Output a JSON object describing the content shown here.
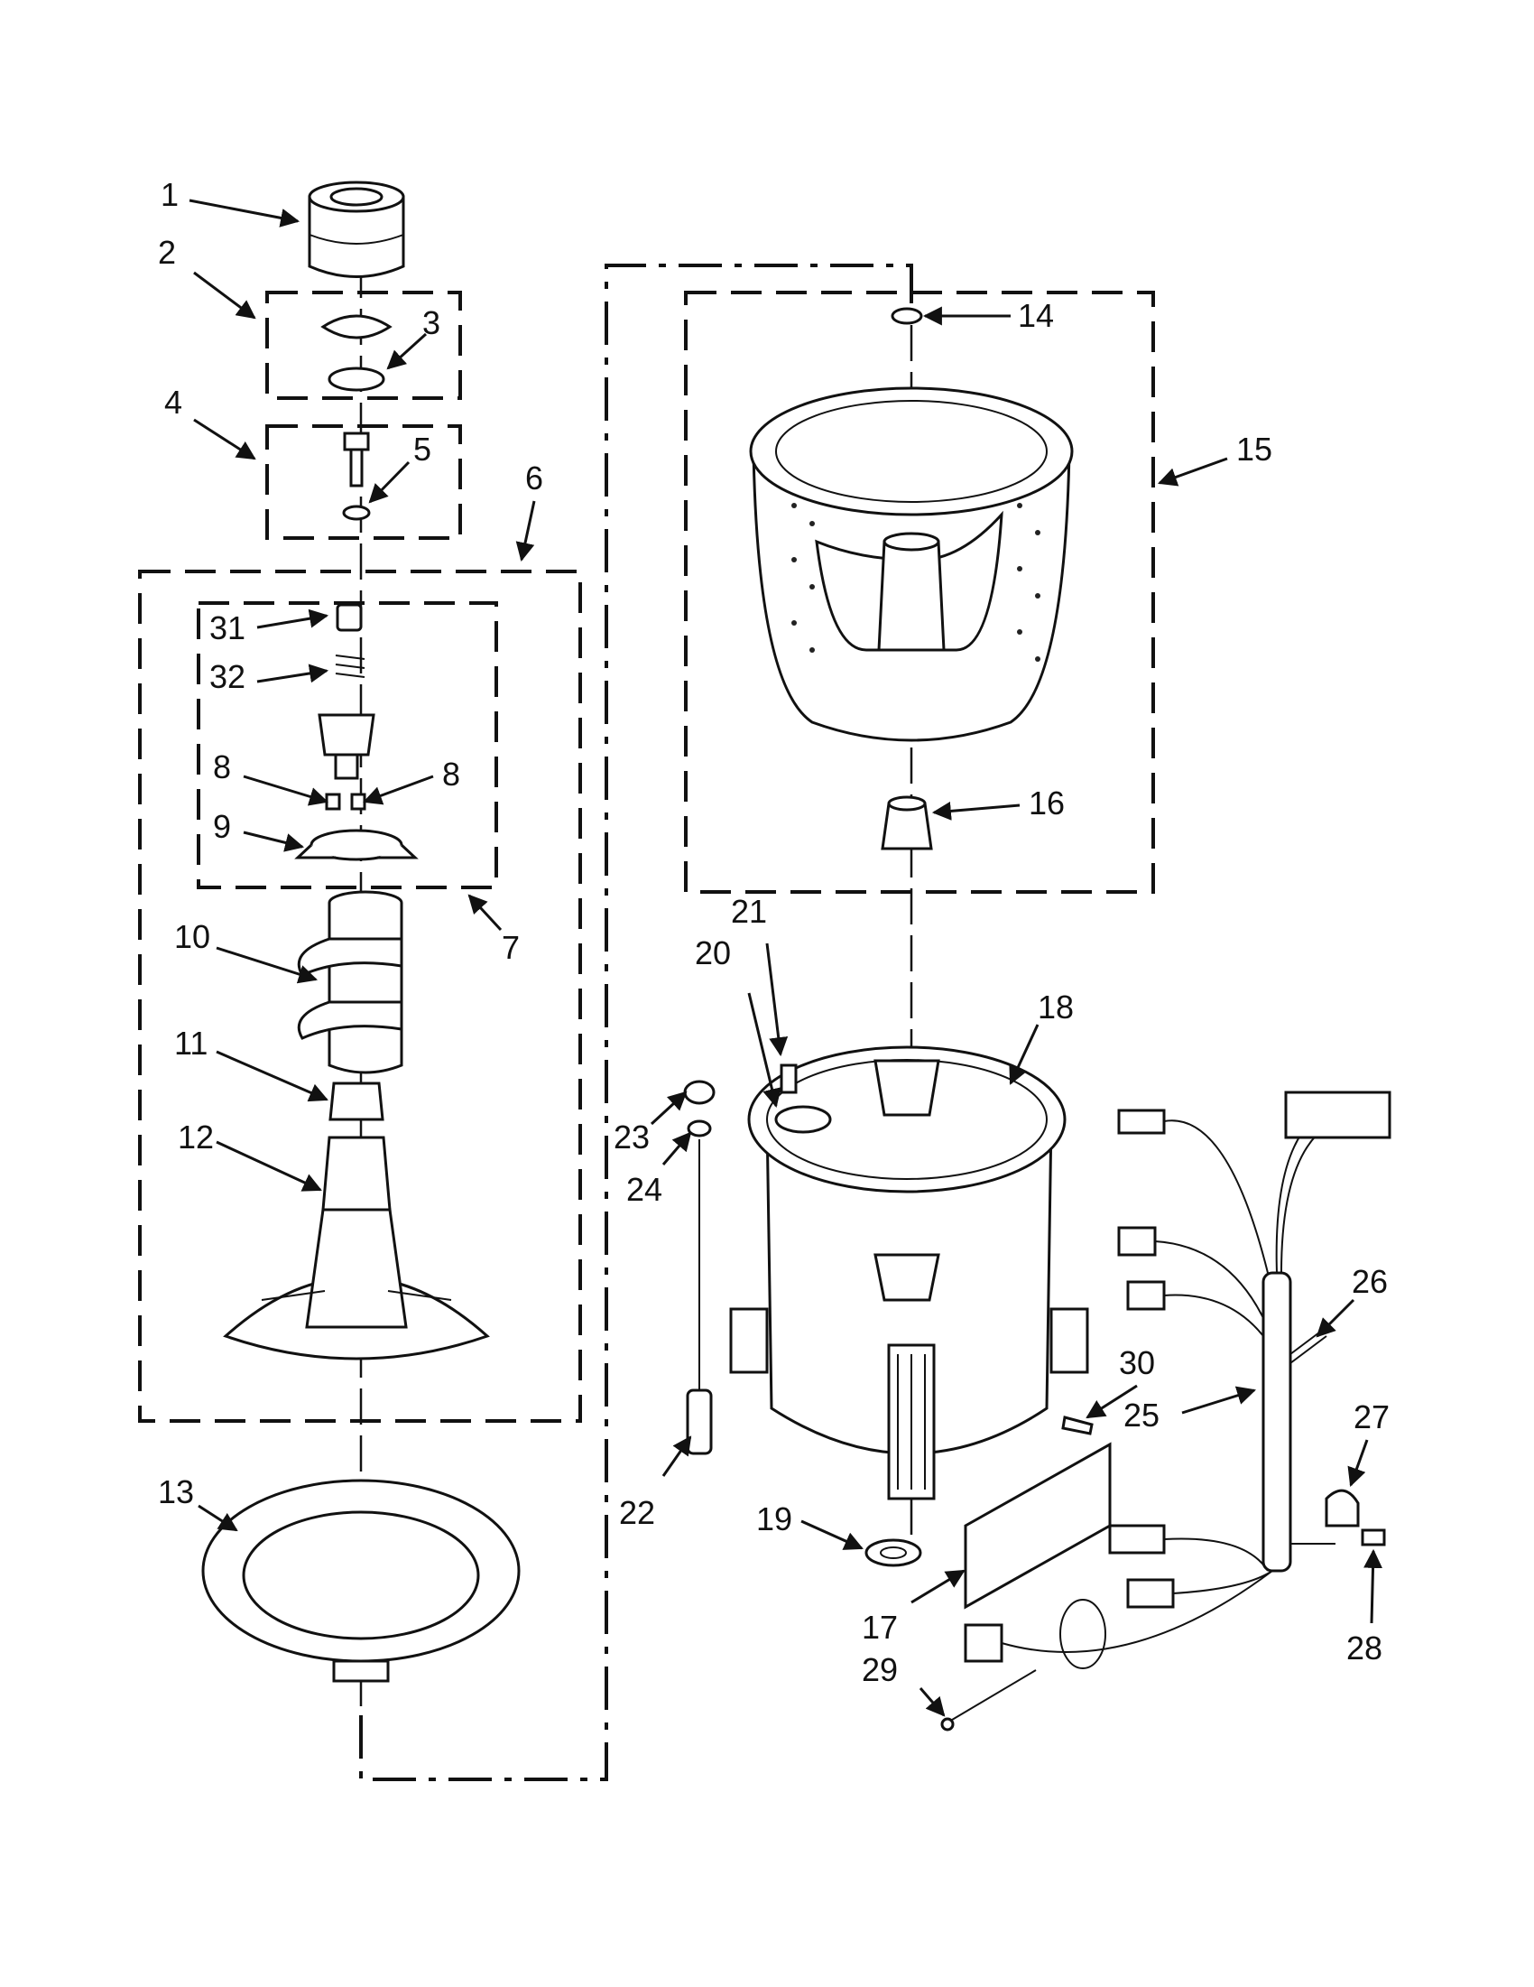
{
  "diagram": {
    "callouts": [
      "1",
      "2",
      "3",
      "4",
      "5",
      "6",
      "7",
      "8",
      "9",
      "10",
      "11",
      "12",
      "13",
      "14",
      "15",
      "16",
      "17",
      "18",
      "19",
      "20",
      "21",
      "22",
      "23",
      "24",
      "25",
      "26",
      "27",
      "28",
      "29",
      "30",
      "31",
      "32"
    ]
  }
}
